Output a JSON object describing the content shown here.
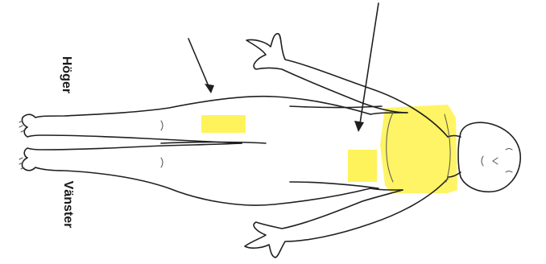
{
  "labels": {
    "right_side": "Höger",
    "left_side": "Vänster"
  },
  "colors": {
    "highlight": "#fff24a",
    "outline": "#1f1f1f",
    "background": "#ffffff"
  },
  "highlighted_regions": [
    {
      "name": "torso",
      "description_color": "yellow"
    },
    {
      "name": "right-thigh",
      "description_color": "yellow"
    },
    {
      "name": "left-hip",
      "description_color": "yellow"
    }
  ],
  "arrows": [
    {
      "name": "arrow-to-right-leg"
    },
    {
      "name": "arrow-to-hip"
    }
  ]
}
